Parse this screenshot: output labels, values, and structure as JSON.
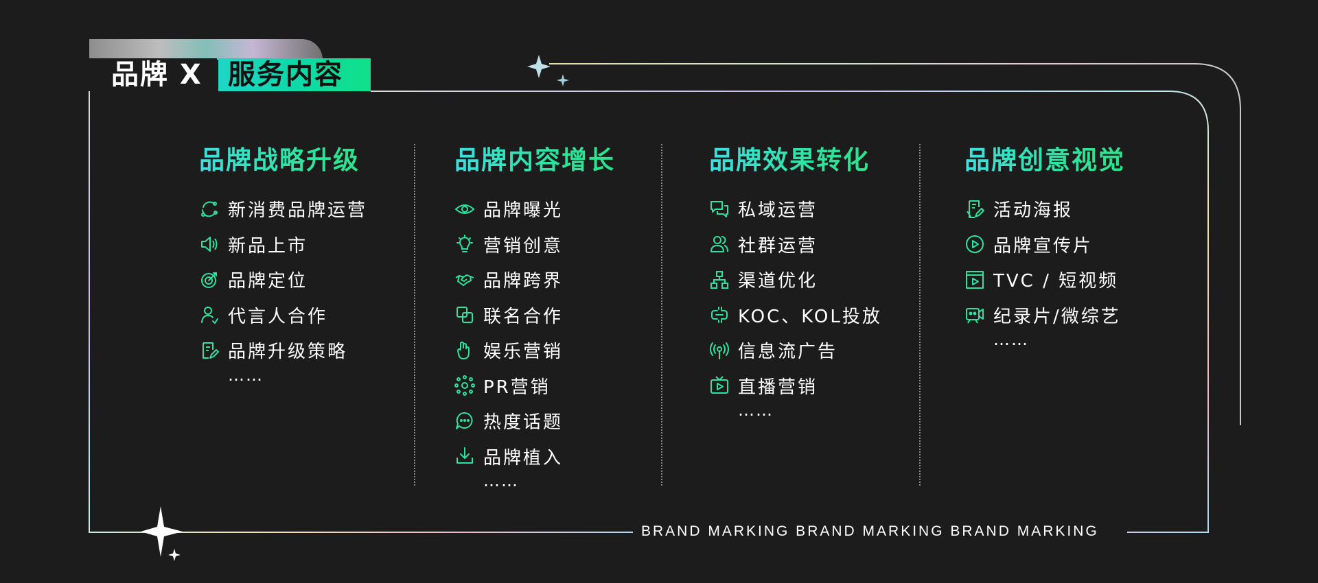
{
  "header": {
    "brand_label": "品牌 X",
    "section_title": "服务内容"
  },
  "colors": {
    "accent_start": "#3ee0e0",
    "accent_end": "#2be38a",
    "background": "#1c1c1c",
    "text": "#ffffff"
  },
  "columns": [
    {
      "title": "品牌战略升级",
      "items": [
        {
          "icon": "refresh-cycle-icon",
          "label": "新消费品牌运营"
        },
        {
          "icon": "megaphone-icon",
          "label": "新品上市"
        },
        {
          "icon": "target-icon",
          "label": "品牌定位"
        },
        {
          "icon": "person-icon",
          "label": "代言人合作"
        },
        {
          "icon": "document-edit-icon",
          "label": "品牌升级策略"
        }
      ],
      "more": "……"
    },
    {
      "title": "品牌内容增长",
      "items": [
        {
          "icon": "eye-icon",
          "label": "品牌曝光"
        },
        {
          "icon": "lightbulb-icon",
          "label": "营销创意"
        },
        {
          "icon": "handshake-icon",
          "label": "品牌跨界"
        },
        {
          "icon": "overlap-squares-icon",
          "label": "联名合作"
        },
        {
          "icon": "hand-gesture-icon",
          "label": "娱乐营销"
        },
        {
          "icon": "network-nodes-icon",
          "label": "PR营销"
        },
        {
          "icon": "chat-bubble-icon",
          "label": "热度话题"
        },
        {
          "icon": "download-icon",
          "label": "品牌植入"
        }
      ],
      "more": "……"
    },
    {
      "title": "品牌效果转化",
      "items": [
        {
          "icon": "chat-boxes-icon",
          "label": "私域运营"
        },
        {
          "icon": "group-users-icon",
          "label": "社群运营"
        },
        {
          "icon": "hierarchy-icon",
          "label": "渠道优化"
        },
        {
          "icon": "link-icon",
          "label": "KOC、KOL投放"
        },
        {
          "icon": "broadcast-icon",
          "label": "信息流广告"
        },
        {
          "icon": "tv-play-icon",
          "label": "直播营销"
        }
      ],
      "more": "……"
    },
    {
      "title": "品牌创意视觉",
      "items": [
        {
          "icon": "poster-edit-icon",
          "label": "活动海报"
        },
        {
          "icon": "play-circle-icon",
          "label": "品牌宣传片"
        },
        {
          "icon": "video-frame-icon",
          "label": "TVC / 短视频"
        },
        {
          "icon": "camera-icon",
          "label": "纪录片/微综艺"
        }
      ],
      "more": "……"
    }
  ],
  "footer": {
    "marking": "BRAND MARKING BRAND MARKING BRAND MARKING"
  }
}
